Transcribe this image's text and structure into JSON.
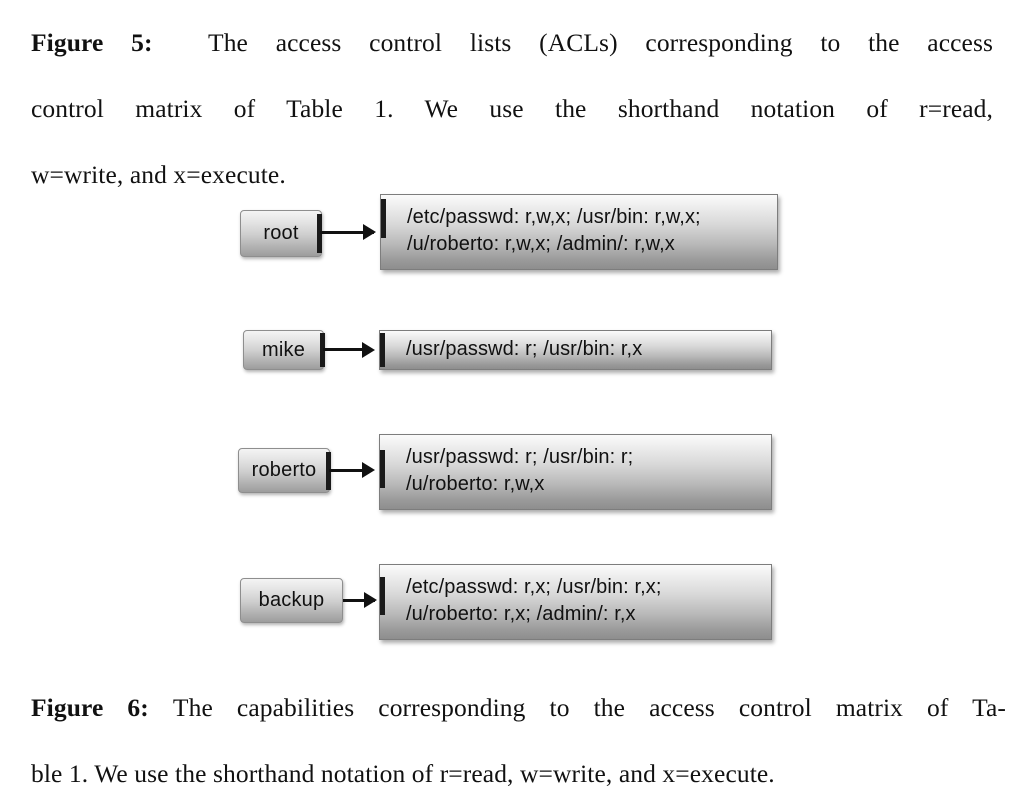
{
  "page": {
    "background_color": "#ffffff",
    "text_color": "#111111"
  },
  "captions": {
    "top": {
      "label": "Figure 5:",
      "line1": "The   access   control   lists   (ACLs)   corresponding   to   the   access",
      "line2": "control   matrix   of   Table   1.    We   use   the   shorthand   notation   of   r=read,",
      "line3": "w=write, and x=execute.",
      "full_text": "Figure 5: The access control lists (ACLs) corresponding to the access control matrix of Table 1. We use the shorthand notation of r=read, w=write, and x=execute."
    },
    "bottom": {
      "label": "Figure 6:",
      "line1": "The capabilities corresponding to the access control matrix of Ta-",
      "line2": "ble 1. We use the shorthand notation of r=read, w=write, and x=execute.",
      "full_text": "Figure 6: The capabilities corresponding to the access control matrix of Table 1. We use the shorthand notation of r=read, w=write, and x=execute."
    }
  },
  "diagram": {
    "arrow_color": "#111111",
    "box_border_color": "#7d7d7d",
    "rows": [
      {
        "principal": "root",
        "acl_lines": [
          "/etc/passwd: r,w,x; /usr/bin: r,w,x;",
          "/u/roberto: r,w,x; /admin/: r,w,x"
        ]
      },
      {
        "principal": "mike",
        "acl_lines": [
          "/usr/passwd: r; /usr/bin: r,x"
        ]
      },
      {
        "principal": "roberto",
        "acl_lines": [
          "/usr/passwd: r; /usr/bin: r;",
          "/u/roberto: r,w,x"
        ]
      },
      {
        "principal": "backup",
        "acl_lines": [
          "/etc/passwd: r,x; /usr/bin: r,x;",
          "/u/roberto: r,x; /admin/: r,x"
        ]
      }
    ]
  }
}
